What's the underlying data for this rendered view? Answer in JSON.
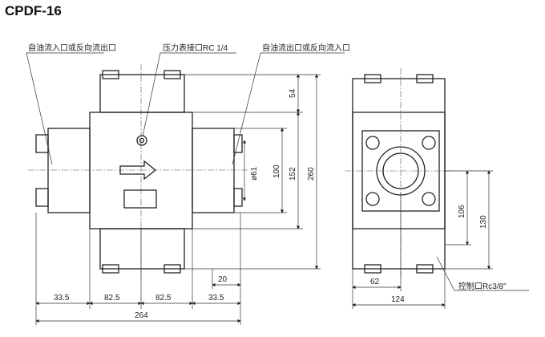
{
  "title": "CPDF-16",
  "labels": {
    "inlet": "自油流入口或反向流出口",
    "gauge": "压力表接口RC  1/4",
    "outlet": "自油流出口或反向流入口",
    "control": "控制口Rc3/8\""
  },
  "dims": {
    "d54": "54",
    "d61": "ø61",
    "d100": "100",
    "d152": "152",
    "d260": "260",
    "d20": "20",
    "d33a": "33.5",
    "d82a": "82.5",
    "d82b": "82.5",
    "d33b": "33.5",
    "d264": "264",
    "d106": "106",
    "d130": "130",
    "d62": "62",
    "d124": "124"
  }
}
